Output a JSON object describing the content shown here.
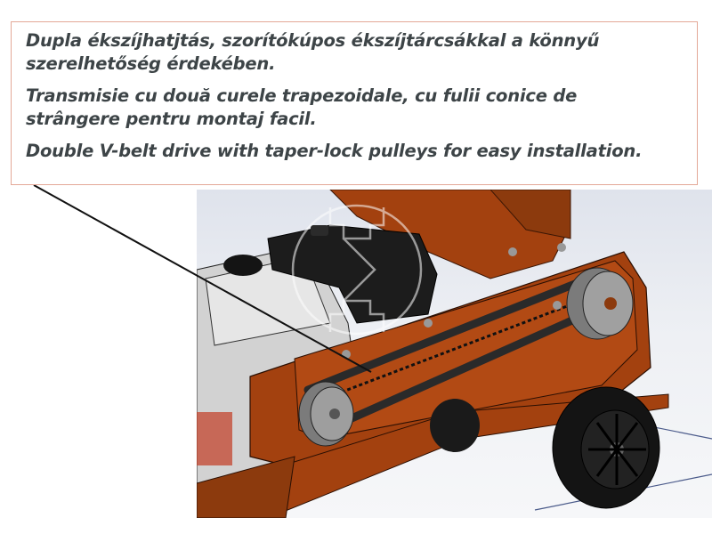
{
  "callout": {
    "hungarian": {
      "line1": "Dupla ékszíjhatjtás, szorítókúpos ékszíjtárcsákkal a könnyű",
      "line2": "szerelhetőség érdekében."
    },
    "romanian": {
      "line1": "Transmisie cu două curele trapezoidale, cu fulii conice de",
      "line2": "strângere pentru montaj facil."
    },
    "english": {
      "line1": "Double V-belt drive with taper-lock pulleys for easy installation."
    }
  },
  "illustration": {
    "subject": "wood-chipper-belt-drive-render",
    "colors": {
      "frame": "#a3410f",
      "frame_dark": "#6b2a08",
      "belt": "#2a2a2a",
      "pulley": "#9a9a9a",
      "engine": "#c9c9c9",
      "tank": "#1c1c1c",
      "wheel": "#141414",
      "background": "#e8ebf1"
    }
  },
  "style": {
    "border_color": "#e3a898",
    "text_color": "#3d4447",
    "leader_color": "#111111"
  }
}
